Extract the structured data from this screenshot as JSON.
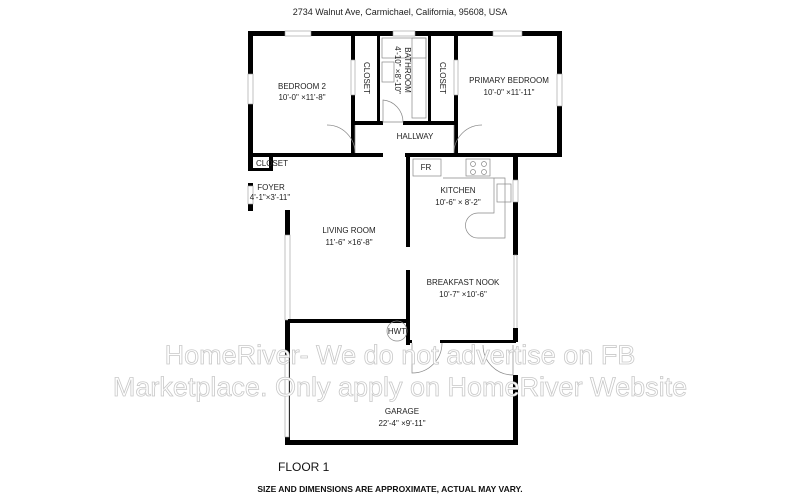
{
  "address": "2734 Walnut Ave, Carmichael, California, 95608, USA",
  "rooms": {
    "bedroom2": {
      "name": "BEDROOM 2",
      "dims": "10'-0\" ×11'-8\""
    },
    "closet_b2": {
      "name": "CLOSET"
    },
    "bathroom": {
      "name": "BATHROOM",
      "dims": "4'-10\" ×8'-10\""
    },
    "closet_primary": {
      "name": "CLOSET"
    },
    "primary_bedroom": {
      "name": "PRIMARY BEDROOM",
      "dims": "10'-0\" ×11'-11\""
    },
    "hallway": {
      "name": "HALLWAY"
    },
    "closet_foyer": {
      "name": "CLOSET"
    },
    "foyer": {
      "name": "FOYER",
      "dims": "4'-1\"×3'-11\""
    },
    "living_room": {
      "name": "LIVING ROOM",
      "dims": "11'-6\" ×16'-8\""
    },
    "kitchen": {
      "name": "KITCHEN",
      "dims": "10'-6\" × 8'-2\""
    },
    "fridge": {
      "name": "FR"
    },
    "breakfast_nook": {
      "name": "BREAKFAST NOOK",
      "dims": "10'-7\" ×10'-6\""
    },
    "hwt": {
      "name": "HWT"
    },
    "garage": {
      "name": "GARAGE",
      "dims": "22'-4\" ×9'-11\""
    }
  },
  "watermark": {
    "line1": "HomeRiver- We do not advertise on FB",
    "line2": "Marketplace. Only apply on HomeRiver Website"
  },
  "floor_label": "FLOOR 1",
  "disclaimer": "SIZE AND DIMENSIONS ARE APPROXIMATE, ACTUAL MAY VARY."
}
